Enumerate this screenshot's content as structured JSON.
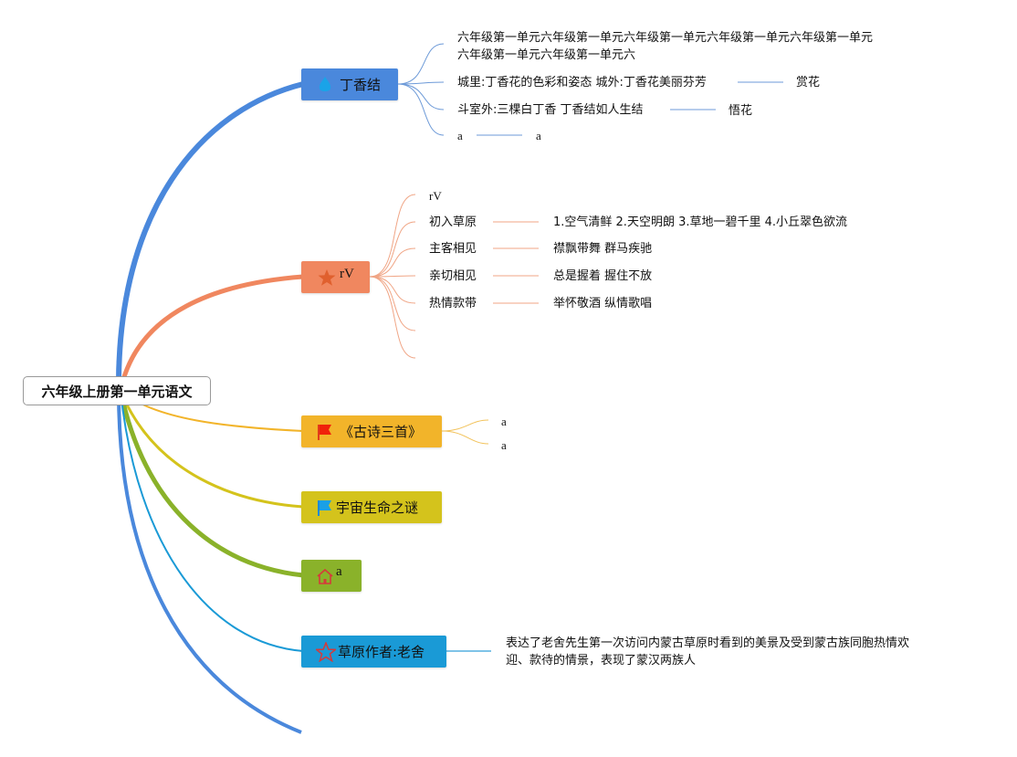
{
  "root": {
    "label": "六年级上册第一单元语文"
  },
  "colors": {
    "blue": "#4a88dc",
    "salmon": "#f0875f",
    "orange": "#f2b42a",
    "yellow": "#d4c31c",
    "green": "#8ab22a",
    "cyan": "#1a9ad6"
  },
  "branches": [
    {
      "label": "丁香结",
      "icon": "flame-icon",
      "children": [
        {
          "text": "六年级第一单元六年级第一单元六年级第一单元六年级第一单元六年级第一单元",
          "text2": "六年级第一单元六年级第一单元六"
        },
        {
          "text": "城里:丁香花的色彩和姿态 城外:丁香花美丽芬芳",
          "child": "赏花"
        },
        {
          "text": "斗室外:三棵白丁香 丁香结如人生结",
          "child": "悟花"
        },
        {
          "text": "a",
          "child": "a"
        }
      ]
    },
    {
      "label": "rV",
      "icon": "star-icon",
      "children": [
        {
          "text": "rV"
        },
        {
          "text": "初入草原",
          "child": "1.空气清鲜 2.天空明朗 3.草地一碧千里 4.小丘翠色欲流"
        },
        {
          "text": "主客相见",
          "child": "襟飘带舞 群马疾驰"
        },
        {
          "text": "亲切相见",
          "child": "总是握着 握住不放"
        },
        {
          "text": "热情款带",
          "child": "举怀敬酒 纵情歌唱"
        }
      ]
    },
    {
      "label": "《古诗三首》",
      "icon": "red-flag-icon",
      "children": [
        {
          "text": "a"
        },
        {
          "text": "a"
        }
      ]
    },
    {
      "label": "宇宙生命之谜",
      "icon": "blue-flag-icon"
    },
    {
      "label": "a",
      "icon": "house-icon"
    },
    {
      "label": "草原作者:老舍",
      "icon": "star-outline-icon",
      "children": [
        {
          "text": "表达了老舍先生第一次访问内蒙古草原时看到的美景及受到蒙古族同胞热情欢",
          "text2": "迎、款待的情景，表现了蒙汉两族人"
        }
      ]
    }
  ]
}
